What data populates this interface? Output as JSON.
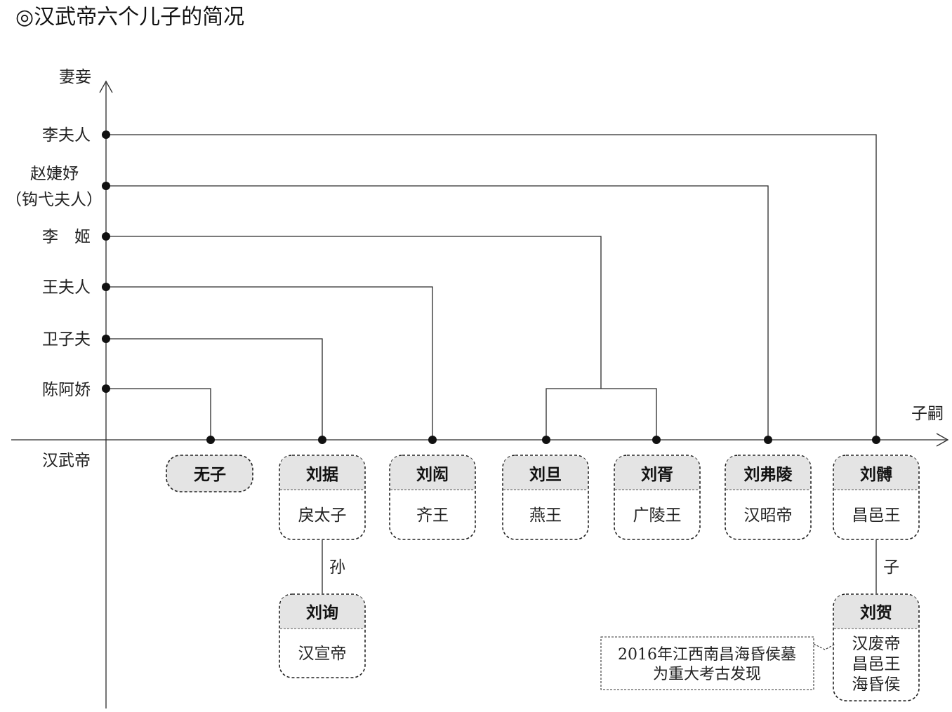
{
  "title": "◎汉武帝六个儿子的简况",
  "axes": {
    "y_label": "妻妾",
    "x_label": "子嗣",
    "origin_label": "汉武帝"
  },
  "consorts": [
    {
      "id": "li-furen",
      "lines": [
        "李夫人"
      ]
    },
    {
      "id": "zhao-jieyu",
      "lines": [
        "赵婕妤",
        "（钩弋夫人）"
      ]
    },
    {
      "id": "li-ji",
      "lines": [
        "李　姬"
      ]
    },
    {
      "id": "wang-furen",
      "lines": [
        "王夫人"
      ]
    },
    {
      "id": "wei-zifu",
      "lines": [
        "卫子夫"
      ]
    },
    {
      "id": "chen-ajiao",
      "lines": [
        "陈阿娇"
      ]
    }
  ],
  "sons": [
    {
      "id": "none",
      "name": "无子",
      "title": ""
    },
    {
      "id": "liu-ju",
      "name": "刘据",
      "title": "戾太子"
    },
    {
      "id": "liu-hong",
      "name": "刘闳",
      "title": "齐王"
    },
    {
      "id": "liu-dan",
      "name": "刘旦",
      "title": "燕王"
    },
    {
      "id": "liu-xu",
      "name": "刘胥",
      "title": "广陵王"
    },
    {
      "id": "liu-fuling",
      "name": "刘弗陵",
      "title": "汉昭帝"
    },
    {
      "id": "liu-bo",
      "name": "刘髆",
      "title": "昌邑王"
    }
  ],
  "descendants": [
    {
      "id": "liu-xun",
      "relation": "孙",
      "name": "刘询",
      "title_lines": [
        "汉宣帝"
      ]
    },
    {
      "id": "liu-he",
      "relation": "子",
      "name": "刘贺",
      "title_lines": [
        "汉废帝",
        "昌邑王",
        "海昏侯"
      ]
    }
  ],
  "note": {
    "lines": [
      "2016年江西南昌海昏侯墓",
      "为重大考古发现"
    ]
  }
}
